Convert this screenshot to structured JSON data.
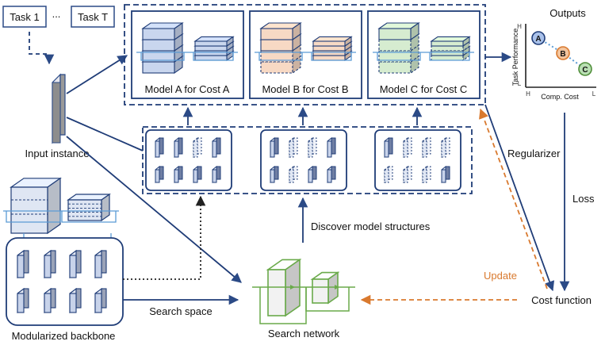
{
  "tasks": {
    "first": "Task 1",
    "ellipsis": "...",
    "last": "Task T"
  },
  "input_instance": "Input instance",
  "models": [
    {
      "label": "Model A for Cost A",
      "color": "#c9d6ee"
    },
    {
      "label": "Model B for Cost B",
      "color": "#f7d9c4"
    },
    {
      "label": "Model C for Cost C",
      "color": "#d6ecd0"
    }
  ],
  "outputs": {
    "title": "Outputs",
    "y_axis_label": "Task Performance",
    "x_axis_label": "Comp. Cost",
    "y_high": "H",
    "y_low": "L",
    "x_low": "H",
    "x_high": "L",
    "points": [
      {
        "label": "A",
        "color": "#a9c1ea"
      },
      {
        "label": "B",
        "color": "#f2c49d"
      },
      {
        "label": "C",
        "color": "#b9dfb3"
      }
    ]
  },
  "regularizer": "Regularizer",
  "loss": "Loss",
  "update": "Update",
  "cost_function": "Cost function",
  "discover": "Discover model structures",
  "search_space": "Search space",
  "search_network": "Search network",
  "backbone": "Modularized backbone",
  "colors": {
    "navy": "#1f3c77",
    "arrow": "#2b4a86",
    "green": "#6aaa4a",
    "orange": "#d9792e",
    "blue_line": "#5b9bd5"
  }
}
